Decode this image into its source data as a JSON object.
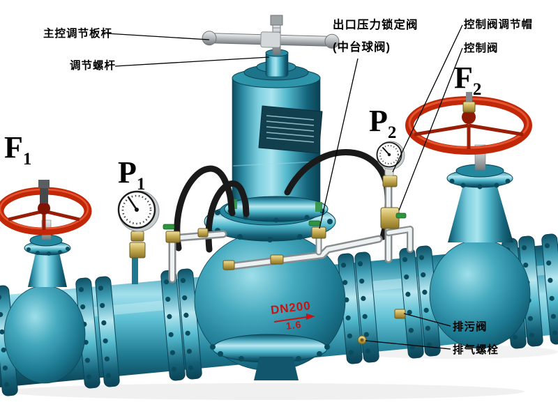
{
  "colors": {
    "body_teal": "#2fa0b8",
    "handwheel_red": "#c22708",
    "marking_red": "#cc1111",
    "hose_black": "#1a1a1a",
    "brass": "#c9ae55",
    "control_pipe_white": "#eef1f1",
    "background": "#ffffff"
  },
  "callouts": {
    "main_control_rod": "主控调节板杆",
    "adjusting_screw": "调节螺杆",
    "outlet_lock_valve": "出口压力锁定阀",
    "outlet_lock_valve_note": "(中台球阀)",
    "control_valve_cap": "控制阀调节帽",
    "control_valve": "控制阀",
    "drain_valve": "排污阀",
    "air_vent_bolt": "排气螺栓"
  },
  "symbols": {
    "f1": {
      "letter": "F",
      "sub": "1"
    },
    "p1": {
      "letter": "P",
      "sub": "1"
    },
    "p2": {
      "letter": "P",
      "sub": "2"
    },
    "f2": {
      "letter": "F",
      "sub": "2"
    }
  },
  "pipe_markings": {
    "nominal_diameter": "DN200",
    "pressure_rating": "1.6"
  }
}
